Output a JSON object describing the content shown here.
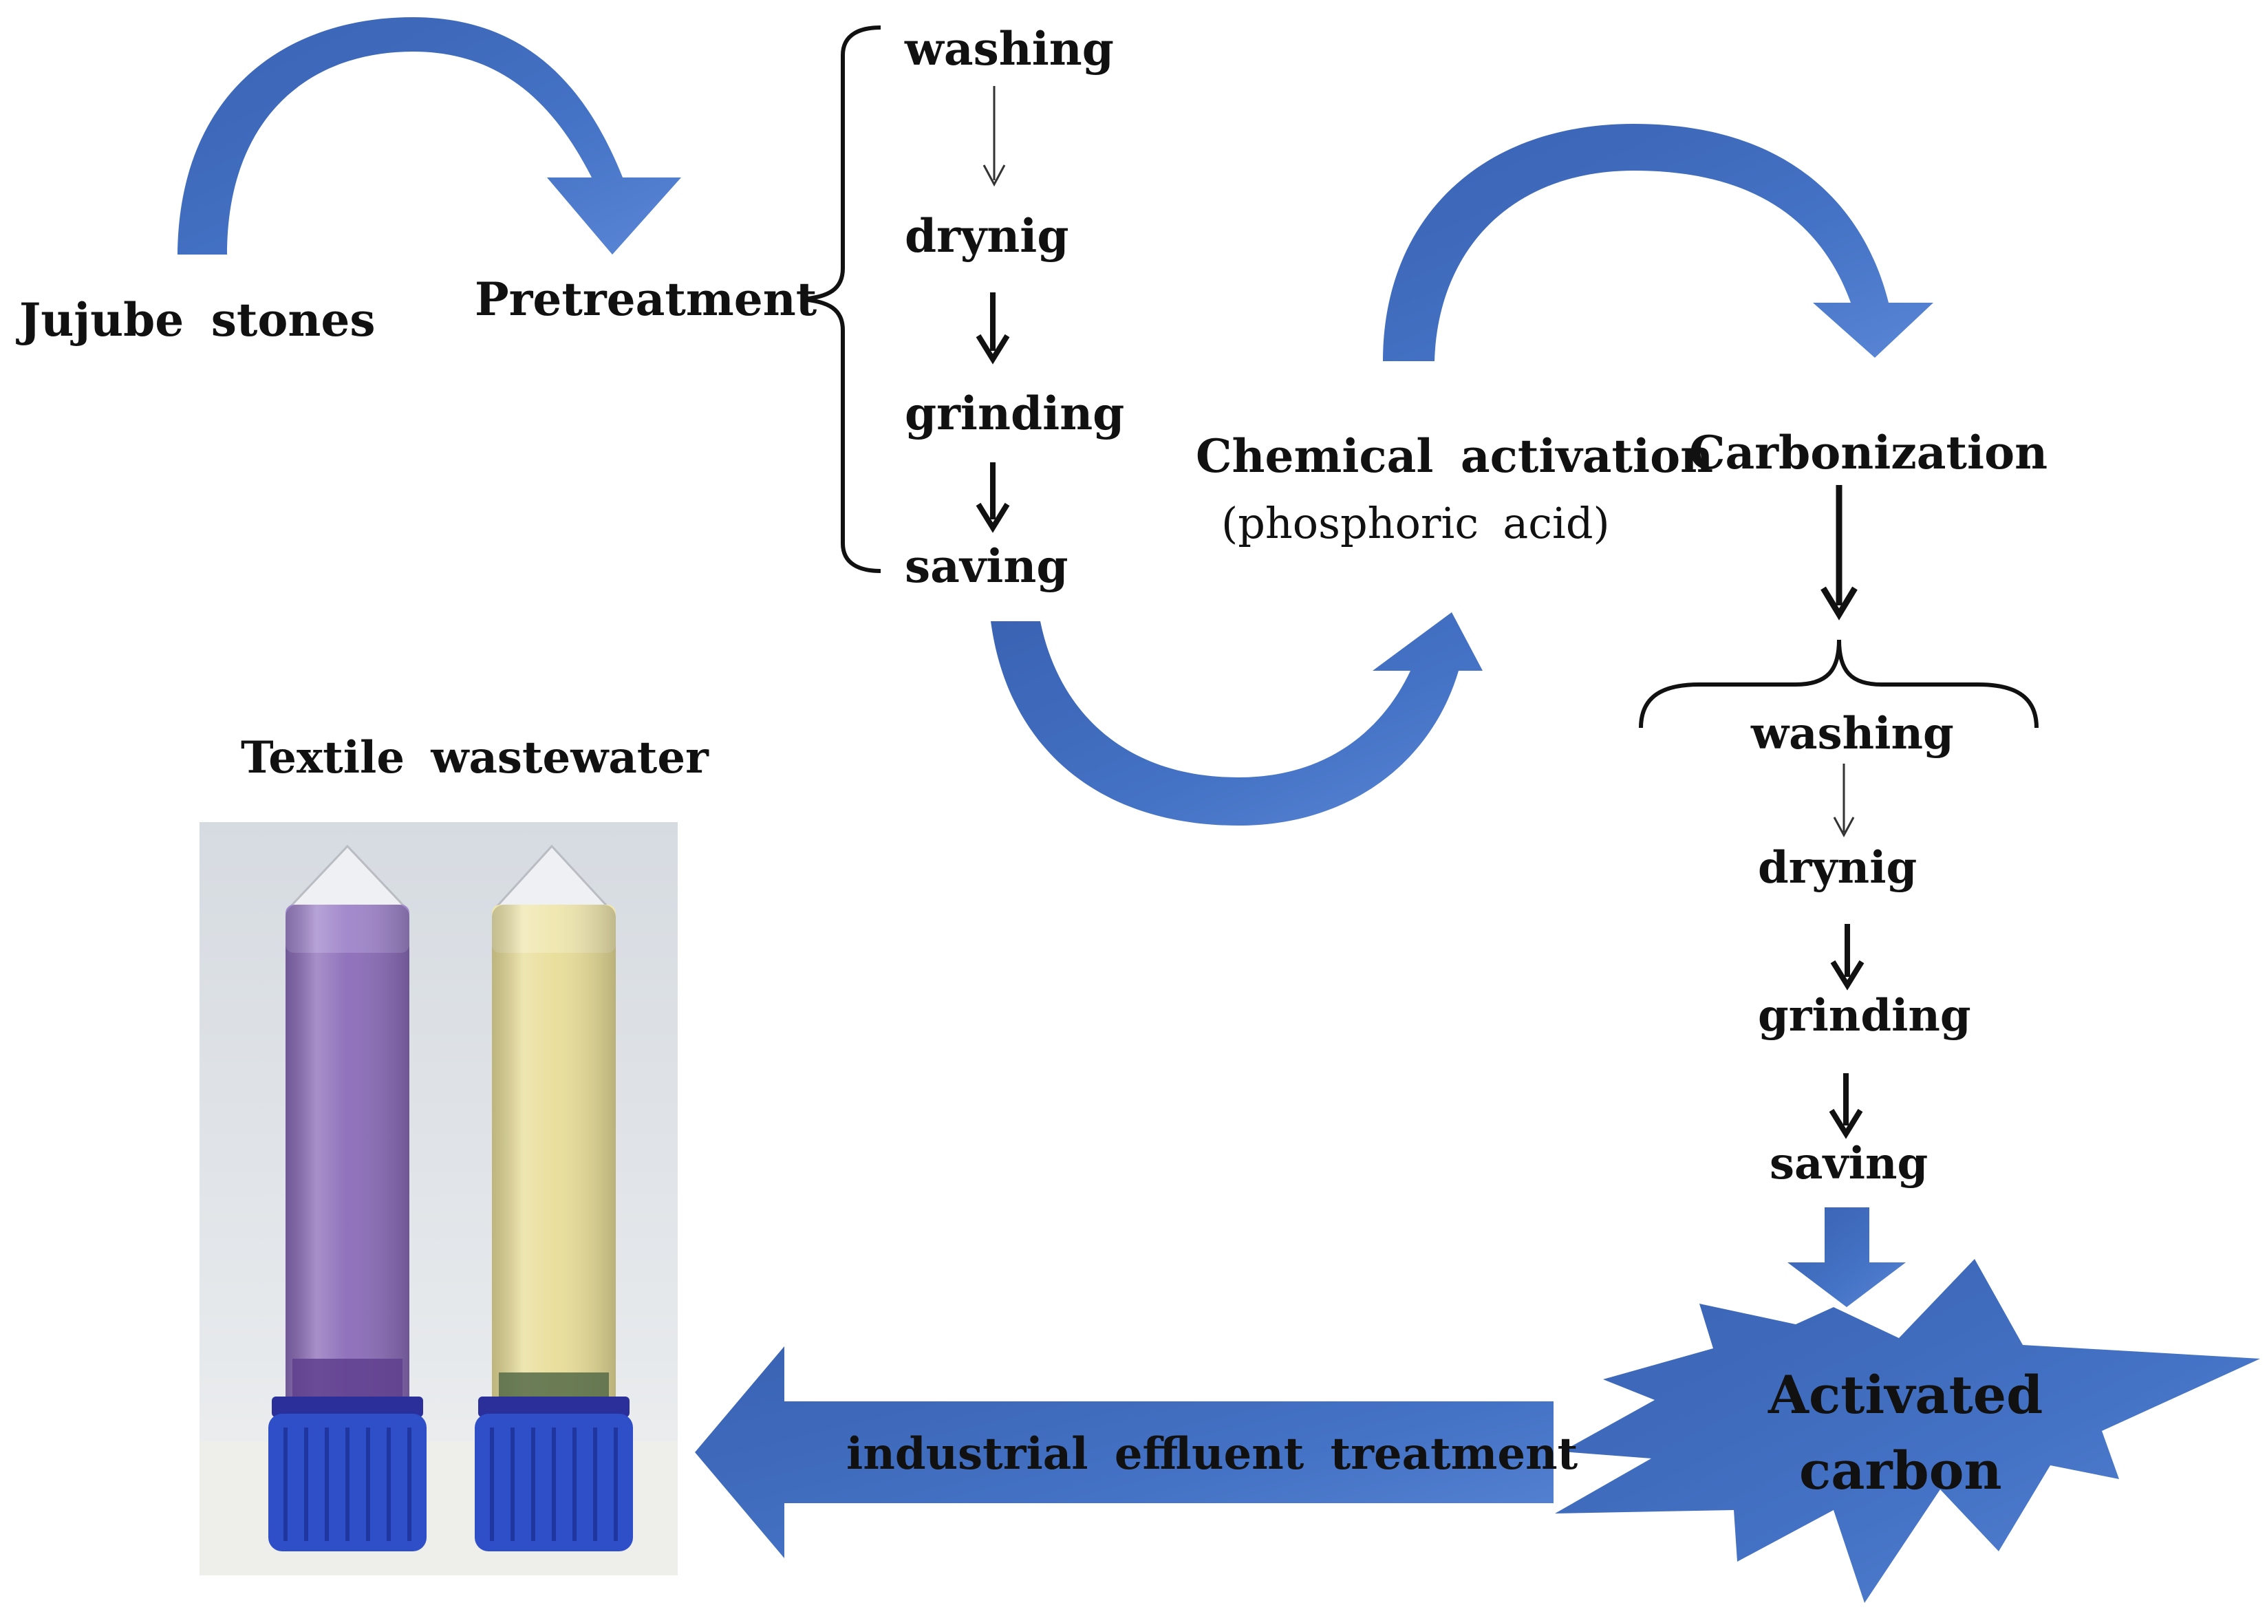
{
  "colors": {
    "arrow_blue": "#4472c4",
    "arrow_blue_dark": "#2f5597",
    "text": "#111111",
    "purple_liquid": "#8a6bb8",
    "yellow_liquid": "#e8dd98",
    "cap_blue": "#2f4fc9"
  },
  "labels": {
    "jujube_stones": "Jujube  stones",
    "pretreatment": "Pretreatment",
    "chemical_activation": "Chemical  activation",
    "phosphoric_acid": "(phosphoric  acid)",
    "carbonization": "Carbonization",
    "textile_wastewater": "Textile wastewater",
    "industrial_treatment": "industrial  effluent  treatment",
    "activated": "Activated",
    "carbon": "carbon"
  },
  "pretreatment_steps": [
    "washing",
    "drynig",
    "grinding",
    "saving"
  ],
  "post_carbonization_steps": [
    "washing",
    "drynig",
    "grinding",
    "saving"
  ],
  "icons": {
    "curved_arrows": "curved-arrow-icon",
    "starburst": "starburst-icon",
    "tubes_photo": "test-tube-icon"
  }
}
